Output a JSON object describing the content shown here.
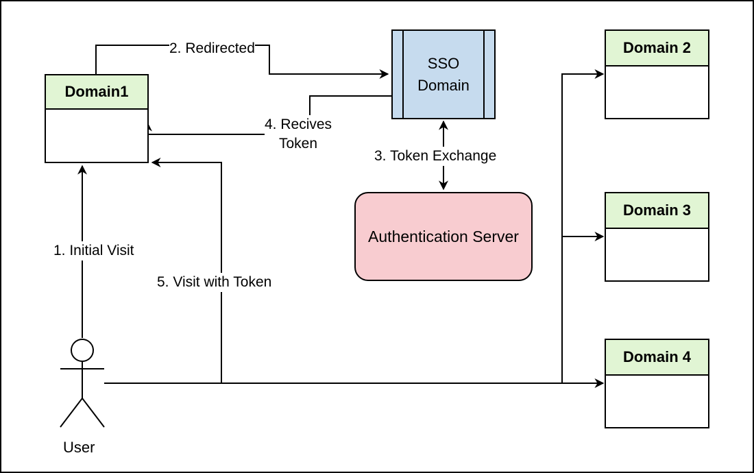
{
  "nodes": {
    "domain1": "Domain1",
    "domain2": "Domain 2",
    "domain3": "Domain 3",
    "domain4": "Domain 4",
    "sso_line1": "SSO",
    "sso_line2": "Domain",
    "auth_server": "Authentication Server",
    "user": "User"
  },
  "edges": {
    "initial_visit": "1. Initial Visit",
    "redirected": "2. Redirected",
    "token_exchange": "3. Token Exchange",
    "receives_token_line1": "4. Recives",
    "receives_token_line2": "Token",
    "visit_with_token": "5. Visit with Token"
  },
  "colors": {
    "domain_header": "#e1f5d4",
    "sso_fill": "#c6dbee",
    "auth_fill": "#f8ccd0",
    "stroke": "#000000"
  }
}
